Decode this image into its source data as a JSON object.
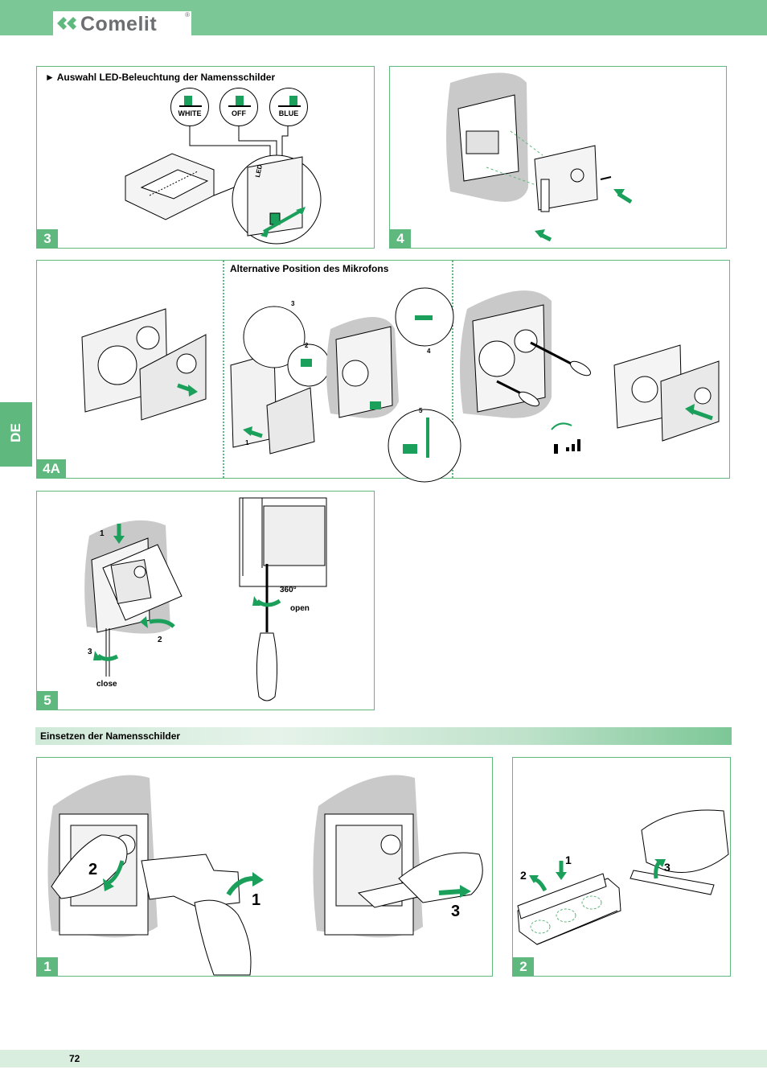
{
  "header": {
    "brand": "Comelit",
    "reg": "®"
  },
  "side_tab": {
    "label": "DE"
  },
  "panel3": {
    "badge": "3",
    "caption": "► Auswahl LED-Beleuchtung der Namensschilder",
    "leds": [
      "WHITE",
      "OFF",
      "BLUE"
    ],
    "led_text": "LED"
  },
  "panel4": {
    "badge": "4"
  },
  "panel4a": {
    "badge": "4A",
    "caption": "Alternative Position des Mikrofons",
    "steps": [
      "3",
      "2",
      "4",
      "5",
      "1"
    ]
  },
  "panel5": {
    "badge": "5",
    "steps": [
      "1",
      "2",
      "3"
    ],
    "close_label": "close",
    "rotate_label": "360°",
    "open_label": "open"
  },
  "section": {
    "title": "Einsetzen der Namensschilder"
  },
  "panel1": {
    "badge": "1",
    "steps": [
      "2",
      "1",
      "3"
    ]
  },
  "panel2": {
    "badge": "2",
    "steps": [
      "1",
      "2",
      "3"
    ]
  },
  "footer": {
    "page_number": "72"
  },
  "colors": {
    "accent": "#5fb87e",
    "header": "#7cc796",
    "arrow": "#1aa05a"
  }
}
